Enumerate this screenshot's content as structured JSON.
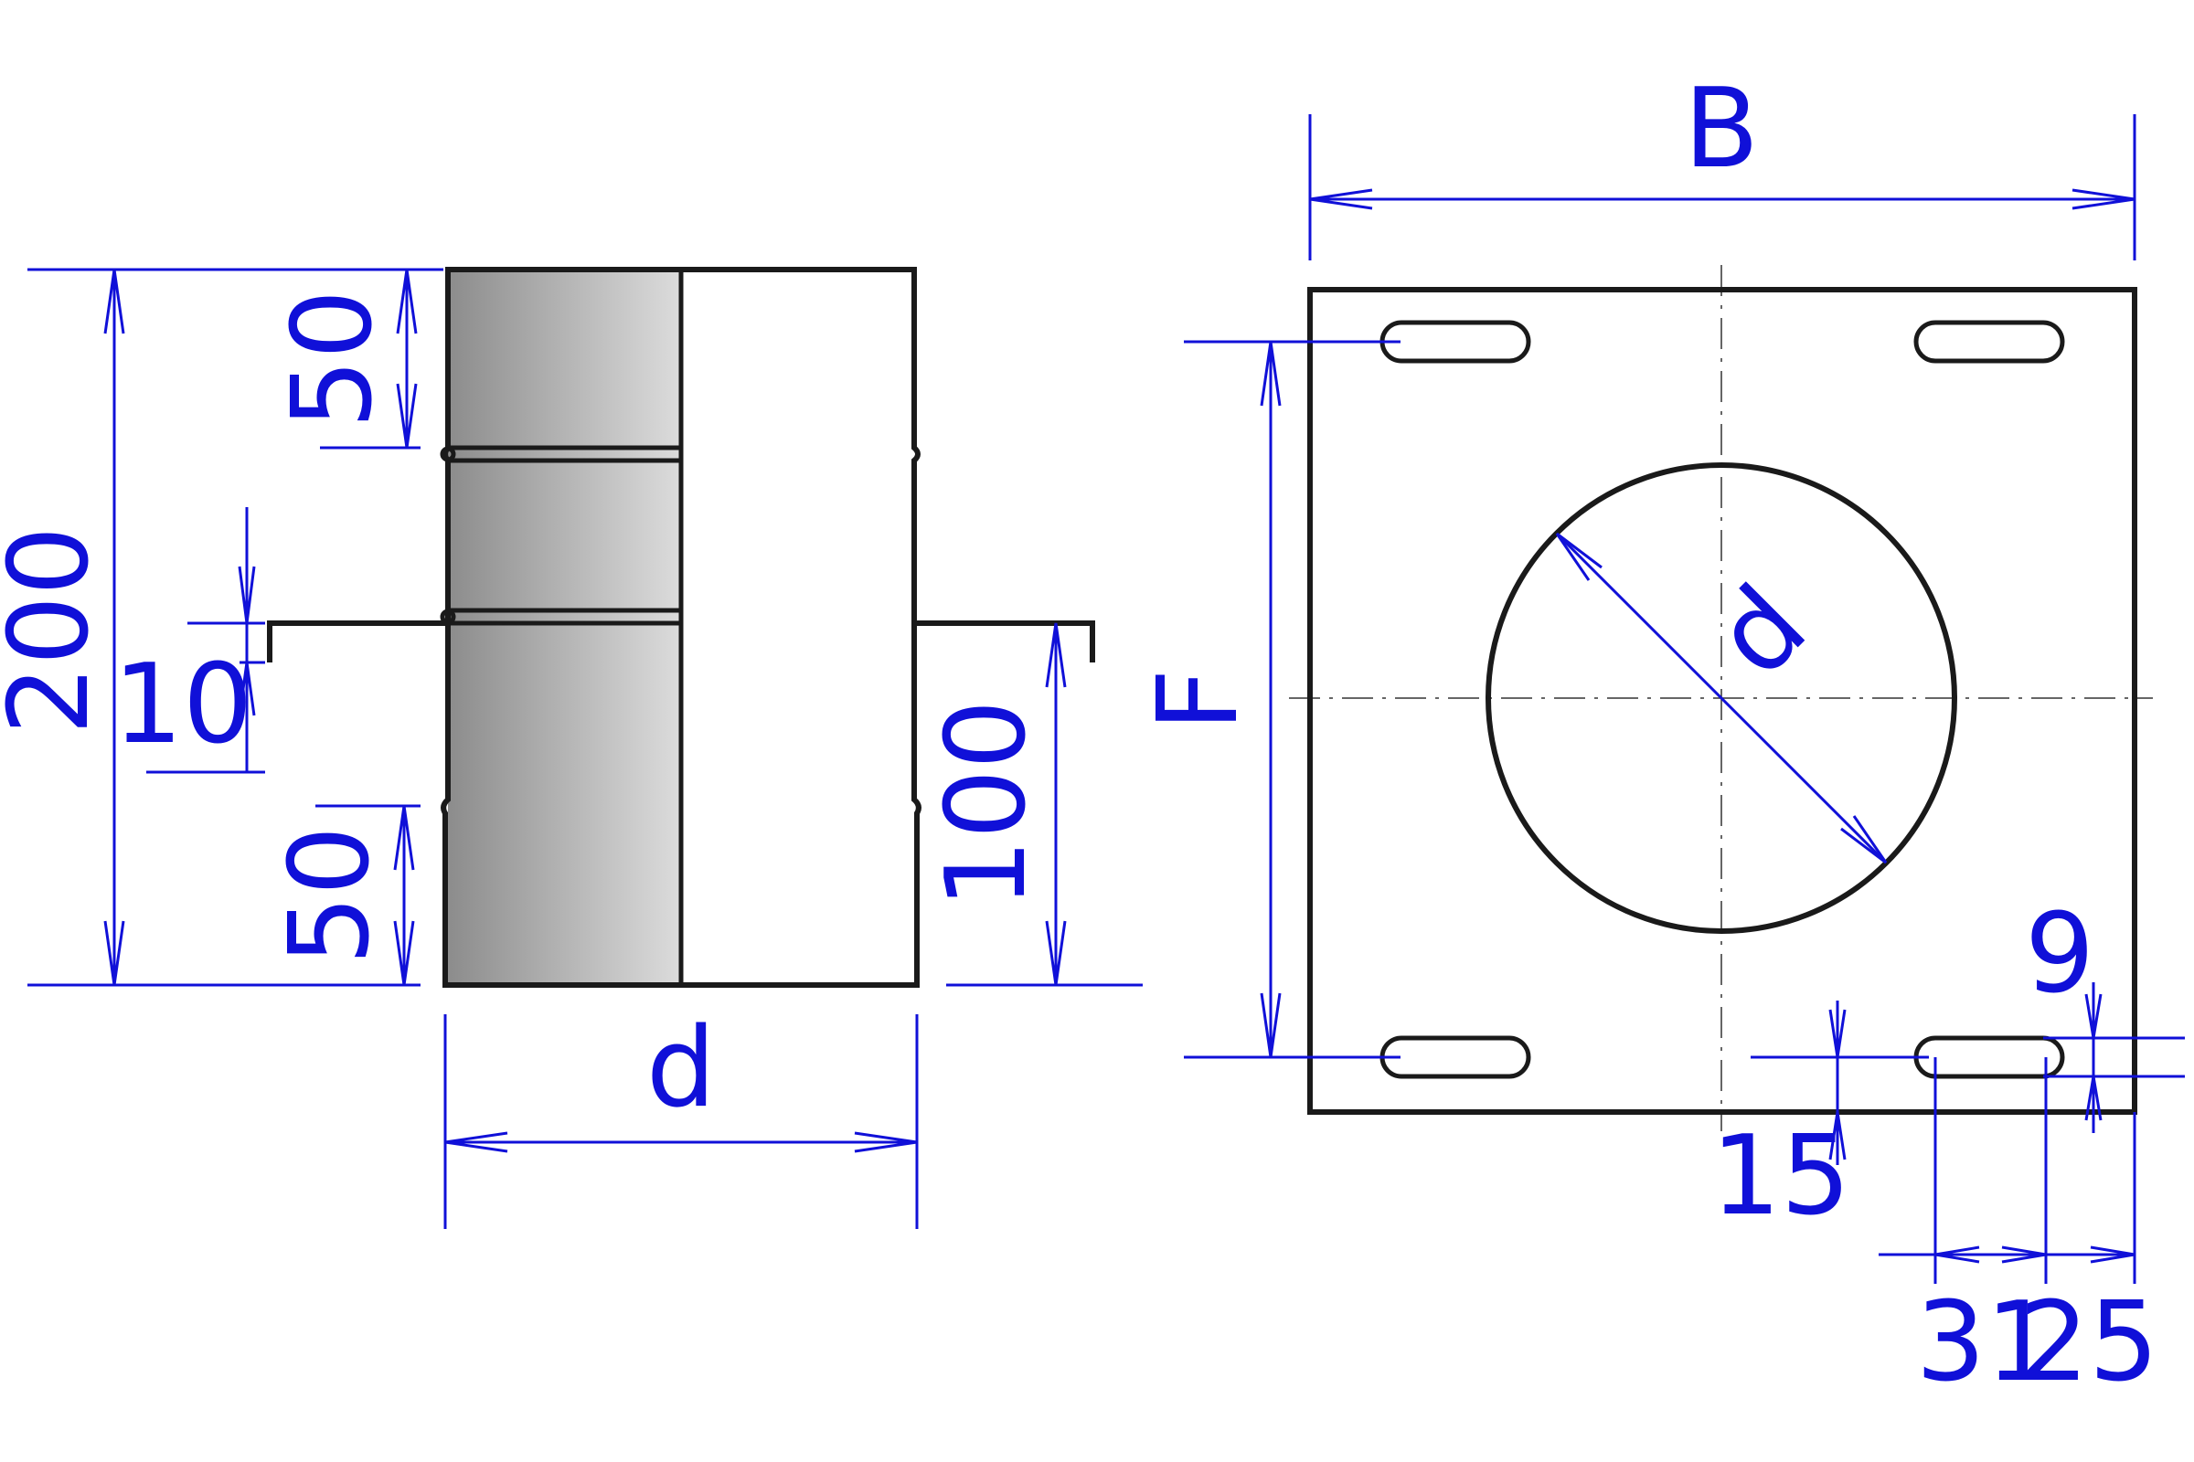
{
  "colors": {
    "outline": "#1a1a1a",
    "dimension": "#1010d8",
    "pipe_shading_dark": "#8c8c8c",
    "pipe_shading_light": "#dcdcdc"
  },
  "side_view": {
    "dims": {
      "total_height": "200",
      "top_section": "50",
      "bottom_section": "50",
      "plate_thickness": "10",
      "plate_to_bottom": "100",
      "diameter": "d"
    }
  },
  "top_view": {
    "dims": {
      "plate_width": "B",
      "slot_spacing": "F",
      "hole_diameter": "d",
      "slot_width": "9",
      "slot_edge_offset": "15",
      "slot_length": "31",
      "slot_side_offset": "25"
    }
  }
}
